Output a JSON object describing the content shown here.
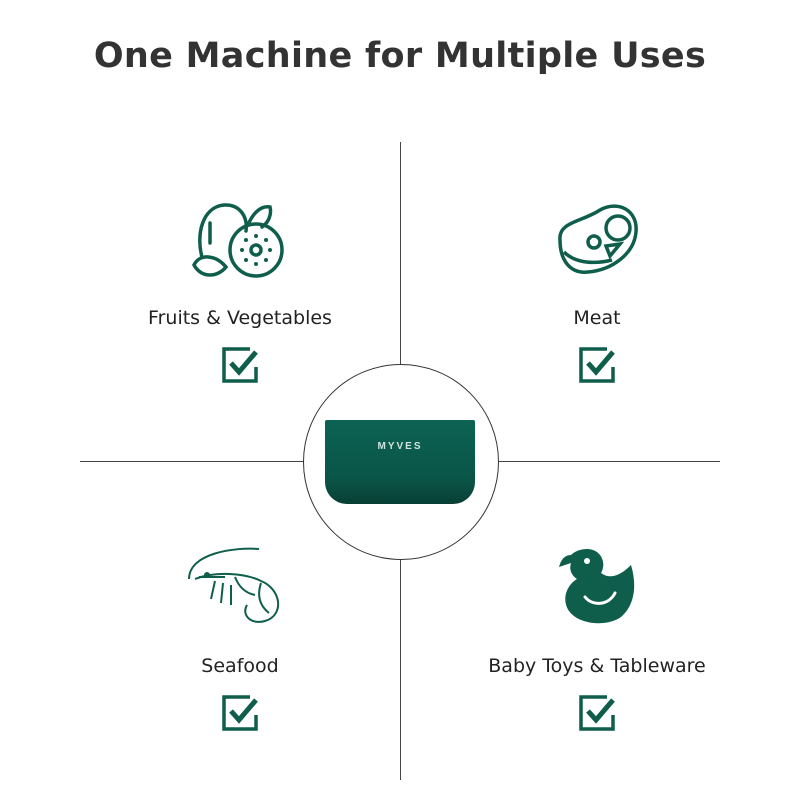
{
  "title": "One Machine for Multiple Uses",
  "device_brand": "MYVES",
  "accent_color": "#0f5e4b",
  "uses": [
    {
      "label": "Fruits & Vegetables",
      "icon": "fruits-vegetables-icon",
      "checked": true
    },
    {
      "label": "Meat",
      "icon": "meat-icon",
      "checked": true
    },
    {
      "label": "Seafood",
      "icon": "shrimp-icon",
      "checked": true
    },
    {
      "label": "Baby Toys & Tableware",
      "icon": "rubber-duck-icon",
      "checked": true
    }
  ]
}
